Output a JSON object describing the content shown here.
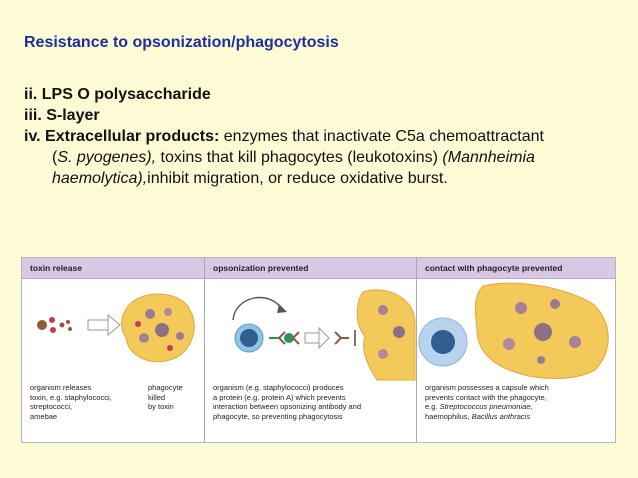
{
  "title": "Resistance to opsonization/phagocytosis",
  "items": {
    "ii": "ii.  LPS O polysaccharide",
    "iii": "iii. S-layer",
    "iv_label": "iv.  Extracellular products:",
    "iv_text": " enzymes that inactivate C5a chemoattractant",
    "iv_line2_open": "(",
    "iv_line2_italic": "S. pyogenes),",
    "iv_line2_text": " toxins that kill phagocytes (leukotoxins) ",
    "iv_line2_italic2": "(Mannheimia",
    "iv_line3_italic": "haemolytica),",
    "iv_line3_text": "inhibit migration, or reduce oxidative burst."
  },
  "figure": {
    "panels": [
      {
        "header": "toxin release",
        "caption_left": [
          "organism releases",
          "toxin, e.g. staphylococci,",
          "streptococci,",
          "amebae"
        ],
        "caption_right": [
          "phagocyte",
          "killed",
          "by toxin"
        ]
      },
      {
        "header": "opsonization prevented",
        "caption": [
          "organism (e.g. staphylococci) produces",
          "a protein (e.g. protein A) which prevents",
          "interaction between opsonizing antibody and",
          "phagocyte, so preventing phagocytosis"
        ]
      },
      {
        "header": "contact with phagocyte prevented",
        "caption_1": "organism possesses a capsule which",
        "caption_2": "prevents contact with the phagocyte,",
        "caption_3_prefix": "e.g. ",
        "caption_3_italic": "Streptococcus pneumoniae,",
        "caption_4_prefix": "haemophilus, ",
        "caption_4_italic": "Bacillus anthracis"
      }
    ]
  },
  "colors": {
    "background": "#fdfbd6",
    "title": "#1f2f9a",
    "panel_header": "#d9c7e6",
    "phagocyte": "#f3c95a",
    "organism": "#8c5a3c",
    "capsule": "#b9d3ef",
    "antibody": "#2f8f5f"
  }
}
